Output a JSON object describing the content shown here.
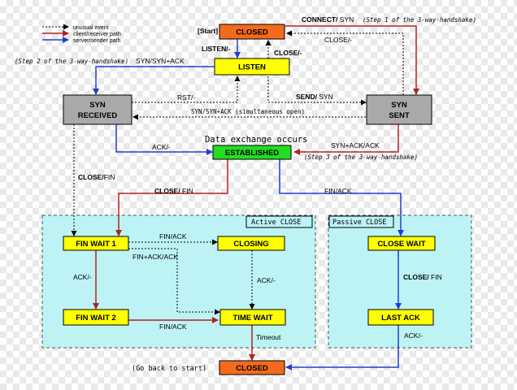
{
  "legend": {
    "unusual": "unusual event",
    "client": "client/receiver path",
    "server": "server/sender path"
  },
  "colors": {
    "client": "#b22222",
    "server": "#1f3fd0",
    "unusual": "#000000",
    "closed_fill": "#f26a1b",
    "state_fill": "#ffff00",
    "gray_fill": "#a9a9a9",
    "established_fill": "#22dd22",
    "region_fill": "#bdf3f5"
  },
  "states": {
    "closed_top": "CLOSED",
    "listen": "LISTEN",
    "syn_received_1": "SYN",
    "syn_received_2": "RECEIVED",
    "syn_sent_1": "SYN",
    "syn_sent_2": "SENT",
    "established": "ESTABLISHED",
    "fin_wait_1": "FIN WAIT 1",
    "closing": "CLOSING",
    "fin_wait_2": "FIN WAIT 2",
    "time_wait": "TIME WAIT",
    "close_wait": "CLOSE WAIT",
    "last_ack": "LAST ACK",
    "closed_bottom": "CLOSED"
  },
  "regions": {
    "active": "Active CLOSE",
    "passive": "Passive CLOSE"
  },
  "labels": {
    "start": "[Start]",
    "connect_b": "CONNECT/",
    "connect_r": " SYN",
    "step1": "(Step 1 of the 3-way-handshake)",
    "close_dash_1": "CLOSE/-",
    "listen_dash": "LISTEN/-",
    "close_dash_2": "CLOSE/-",
    "step2": "(Step 2 of the 3-way-handshake)",
    "syn_synack": "SYN/SYN+ACK",
    "rst": "RST/-",
    "send_b": "SEND/",
    "send_r": " SYN",
    "simultaneous": "SYN/SYN+ACK (simultaneous open)",
    "data_exchange": "Data exchange occurs",
    "ack_dash_1": "ACK/-",
    "synack_ack": "SYN+ACK/ACK",
    "step3": "(Step 3 of the 3-way-handshake)",
    "close_fin_1_b": "CLOSE/",
    "close_fin_1_r": "FIN",
    "close_fin_2_b": "CLOSE/",
    "close_fin_2_r": " FIN",
    "fin_ack_1": "FIN/ACK",
    "fin_ack_2": "FIN/ACK",
    "fin_ack_ack": "FIN+ACK/ACK",
    "ack_dash_2": "ACK/-",
    "ack_dash_3": "ACK/-",
    "fin_ack_3": "FIN/ACK",
    "close_fin_3_b": "CLOSE/",
    "close_fin_3_r": " FIN",
    "timeout": "Timeout",
    "ack_dash_4": "ACK/-",
    "go_back": "(Go back to start)"
  }
}
